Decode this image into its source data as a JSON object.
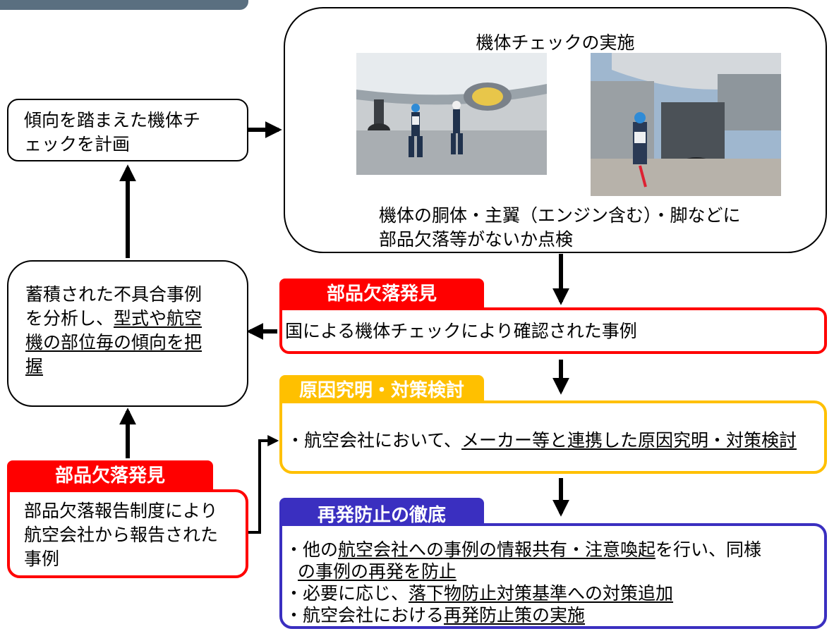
{
  "plan_box": {
    "text": "傾向を踏まえた機体チェックを計画"
  },
  "check_box": {
    "title": "機体チェックの実施",
    "caption_line1": "機体の胴体・主翼（エンジン含む）・脚などに",
    "caption_line2": "部品欠落等がないか点検"
  },
  "analysis_box": {
    "text_plain": "蓄積された不具合事例を分析し、",
    "text_underlined": "型式や航空機の部位毎の傾向を把握"
  },
  "discovery_inspection": {
    "tab": "部品欠落発見",
    "text": "国による機体チェックにより確認された事例"
  },
  "cause": {
    "tab": "原因究明・対策検討",
    "text_plain": "・航空会社において、",
    "text_underlined": "メーカー等と連携した原因究明・対策検討"
  },
  "discovery_report": {
    "tab": "部品欠落発見",
    "text": "部品欠落報告制度により航空会社から報告された事例"
  },
  "prevention": {
    "tab": "再発防止の徹底",
    "item1_a": "・他の",
    "item1_b": "航空会社への事例の情報共有・注意喚起",
    "item1_c": "を行い、同様",
    "item1_d": "の事例の再発を防止",
    "item2_a": "・必要に応じ、",
    "item2_b": "落下物防止対策基準への対策追加",
    "item3_a": "・航空会社における",
    "item3_b": "再発防止策の実施"
  },
  "colors": {
    "red": "#ff0000",
    "yellow": "#ffc000",
    "purple": "#3a2fc0",
    "black": "#000000"
  }
}
